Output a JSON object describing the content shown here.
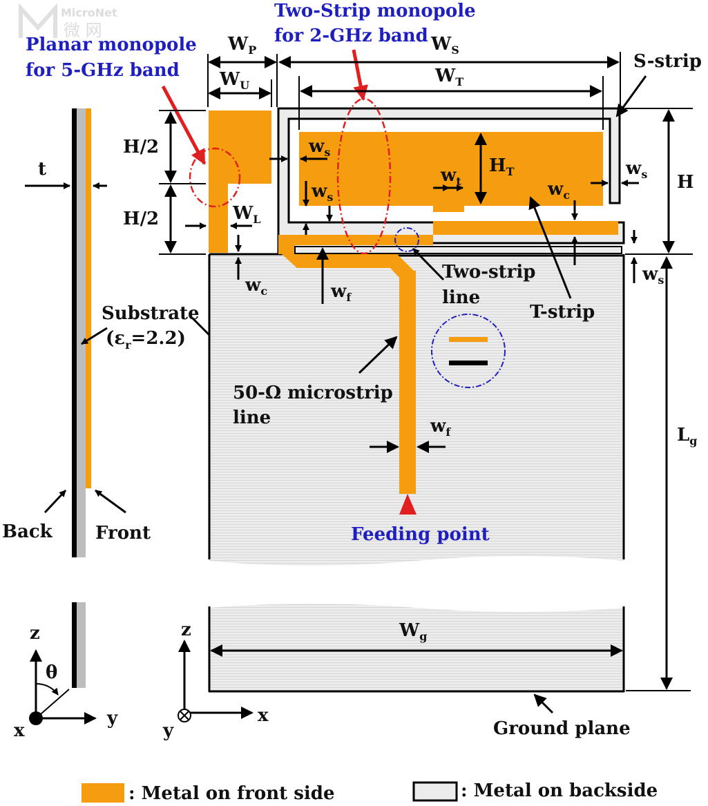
{
  "colors": {
    "front_metal": "#f59c0f",
    "back_metal": "#e6e6e6",
    "outline": "#000000",
    "substrate_grey": "#bdbdbd",
    "annotation_red": "#e02020",
    "annotation_blue": "#1f1fbf"
  },
  "watermark": {
    "brand": "MicroNet",
    "chinese": "微 网"
  },
  "callouts": {
    "planar_line1": "Planar monopole",
    "planar_line2": "for 5-GHz band",
    "two_strip_mono_line1": "Two-Strip monopole",
    "two_strip_mono_line2": "for 2-GHz band",
    "s_strip": "S-strip",
    "t_strip": "T-strip",
    "two_strip_line1": "Two-strip",
    "two_strip_line2": "line",
    "microstrip_line1": "50-Ω microstrip",
    "microstrip_line2": "line",
    "feeding_point": "Feeding point",
    "ground_plane": "Ground plane",
    "substrate": "Substrate",
    "substrate_eps_open": "(ε",
    "substrate_eps_sub": "r",
    "substrate_eps_close": "=2.2)",
    "back": "Back",
    "front": "Front"
  },
  "dims": {
    "WP": {
      "main": "W",
      "sub": "P"
    },
    "WU": {
      "main": "W",
      "sub": "U"
    },
    "WS": {
      "main": "W",
      "sub": "S"
    },
    "WT": {
      "main": "W",
      "sub": "T"
    },
    "HT": {
      "main": "H",
      "sub": "T"
    },
    "WL": {
      "main": "W",
      "sub": "L"
    },
    "Wg": {
      "main": "W",
      "sub": "g"
    },
    "Lg": {
      "main": "L",
      "sub": "g"
    },
    "H": "H",
    "H_half_top": "H/2",
    "H_half_bottom": "H/2",
    "t": "t",
    "ws": {
      "main": "w",
      "sub": "s"
    },
    "wt": {
      "main": "w",
      "sub": "t"
    },
    "wc": {
      "main": "w",
      "sub": "c"
    },
    "wf": {
      "main": "w",
      "sub": "f"
    }
  },
  "axes_side": {
    "z": "z",
    "y": "y",
    "x": "x",
    "theta": "θ"
  },
  "axes_front": {
    "z": "z",
    "x": "x",
    "y": "y"
  },
  "legend": {
    "front_label": ": Metal on front side",
    "back_label": ": Metal on backside"
  }
}
